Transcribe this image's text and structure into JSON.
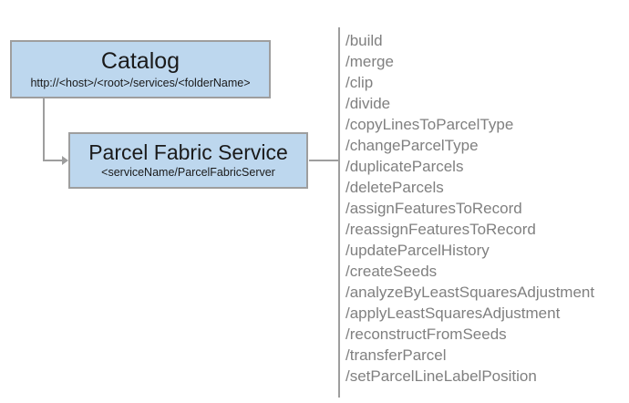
{
  "diagram": {
    "nodes": [
      {
        "id": "catalog",
        "title": "Catalog",
        "subtitle": "http://<host>/<root>/services/<folderName>"
      },
      {
        "id": "parcel-fabric-service",
        "title": "Parcel Fabric Service",
        "subtitle": "<serviceName/ParcelFabricServer"
      }
    ],
    "operations": [
      "/build",
      "/merge",
      "/clip",
      "/divide",
      "/copyLinesToParcelType",
      "/changeParcelType",
      "/duplicateParcels",
      "/deleteParcels",
      "/assignFeaturesToRecord",
      "/reassignFeaturesToRecord",
      "/updateParcelHistory",
      "/createSeeds",
      "/analyzeByLeastSquaresAdjustment",
      "/applyLeastSquaresAdjustment",
      "/reconstructFromSeeds",
      "/transferParcel",
      "/setParcelLineLabelPosition"
    ],
    "colors": {
      "node_fill": "#bdd7ee",
      "node_border": "#9e9e9e",
      "connector": "#9e9e9e",
      "operation_text": "#808080",
      "background": "#ffffff"
    }
  }
}
